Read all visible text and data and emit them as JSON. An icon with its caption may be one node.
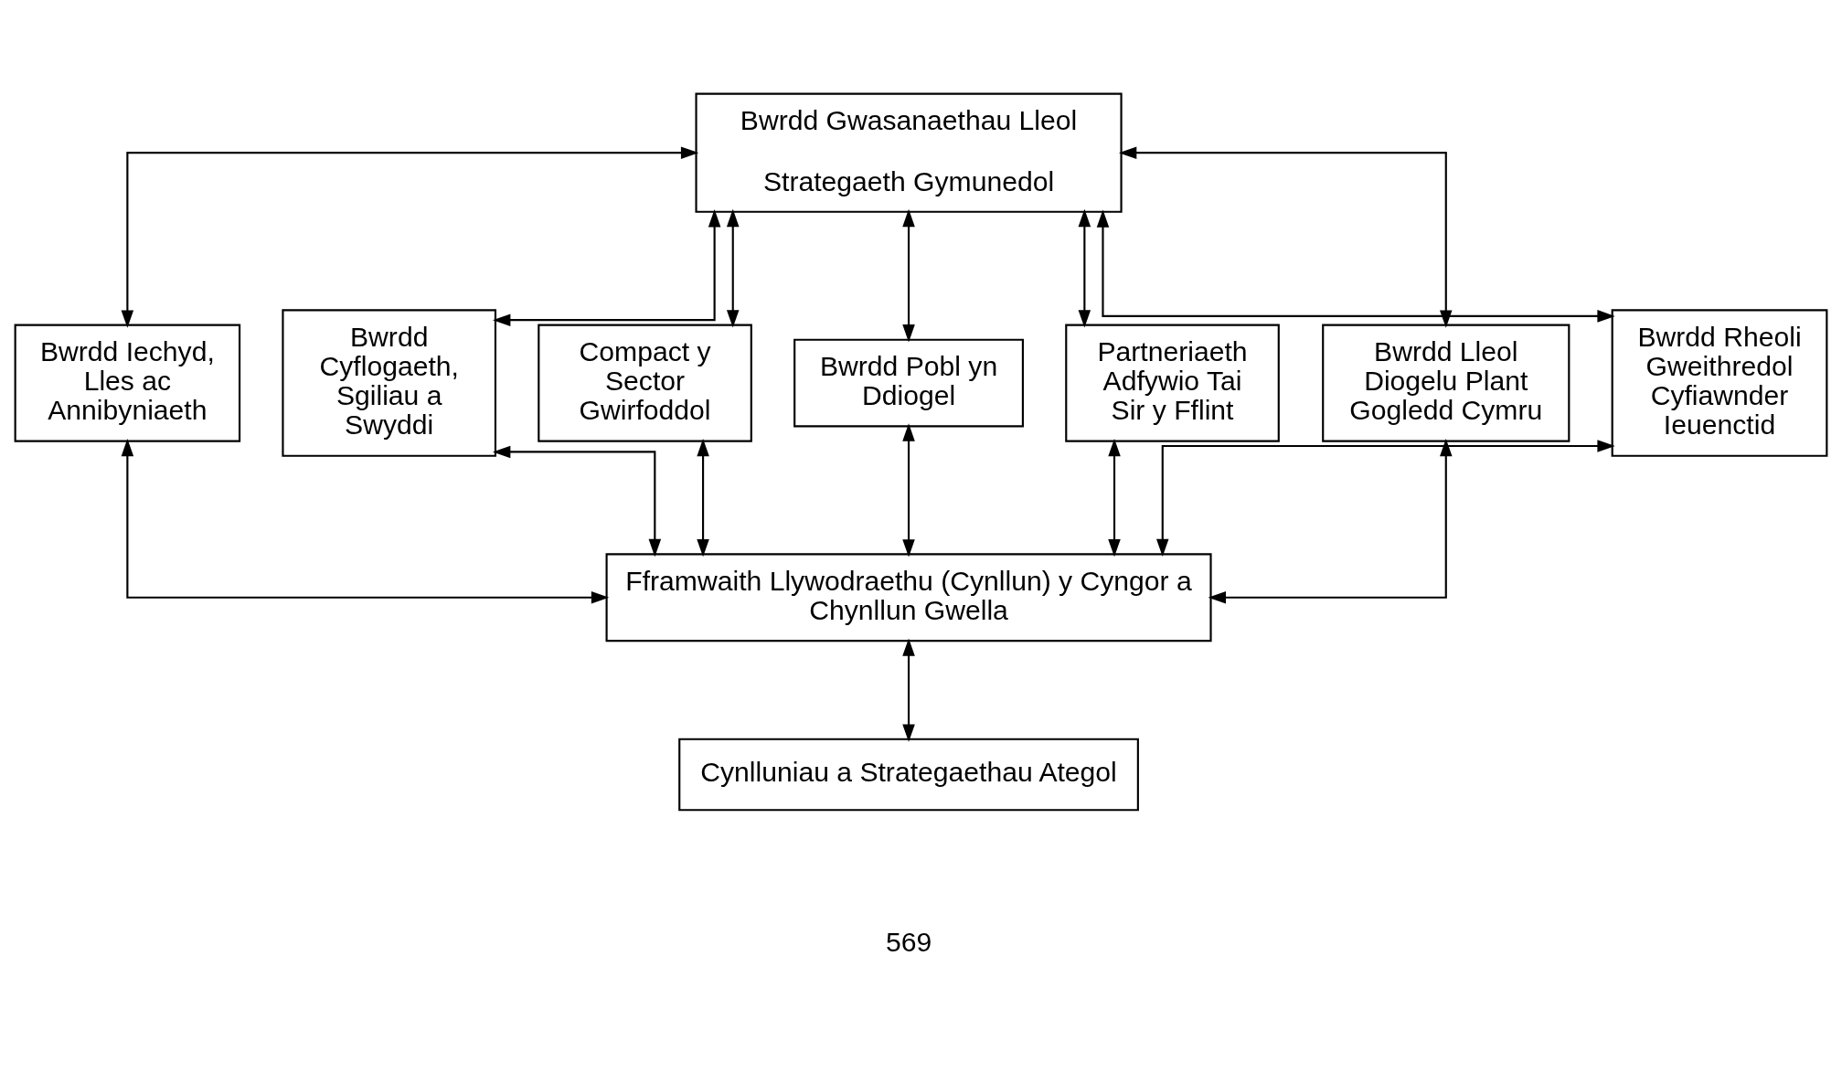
{
  "diagram": {
    "nodes": [
      {
        "text": [
          "Bwrdd Gwasanaethau Lleol",
          "Strategaeth Gymunedol"
        ]
      },
      {
        "text": [
          "Bwrdd Iechyd, Lles ac Annibyniaeth"
        ]
      },
      {
        "text": [
          "Bwrdd Cyflogaeth, Sgiliau a Swyddi"
        ]
      },
      {
        "text": [
          "Compact y Sector Gwirfoddol"
        ]
      },
      {
        "text": [
          "Bwrdd Pobl yn Ddiogel"
        ]
      },
      {
        "text": [
          "Partneriaeth Adfywio Tai Sir y Fflint"
        ]
      },
      {
        "text": [
          "Bwrdd Lleol Diogelu Plant Gogledd Cymru"
        ]
      },
      {
        "text": [
          "Bwrdd Rheoli Gweithredol Cyfiawnder Ieuenctid"
        ]
      },
      {
        "text": [
          "Fframwaith Llywodraethu (Cynllun) y Cyngor a Chynllun Gwella"
        ]
      },
      {
        "text": [
          "Cynlluniau a Strategaethau Ategol"
        ]
      }
    ],
    "edges": [
      {
        "from": 0,
        "to": 1,
        "arrow": "both"
      },
      {
        "from": 0,
        "to": 2,
        "arrow": "both"
      },
      {
        "from": 0,
        "to": 3,
        "arrow": "both"
      },
      {
        "from": 0,
        "to": 4,
        "arrow": "both"
      },
      {
        "from": 0,
        "to": 5,
        "arrow": "both"
      },
      {
        "from": 0,
        "to": 6,
        "arrow": "both"
      },
      {
        "from": 0,
        "to": 7,
        "arrow": "both"
      },
      {
        "from": 1,
        "to": 8,
        "arrow": "both"
      },
      {
        "from": 2,
        "to": 8,
        "arrow": "both"
      },
      {
        "from": 3,
        "to": 8,
        "arrow": "both"
      },
      {
        "from": 4,
        "to": 8,
        "arrow": "both"
      },
      {
        "from": 5,
        "to": 8,
        "arrow": "both"
      },
      {
        "from": 6,
        "to": 8,
        "arrow": "both"
      },
      {
        "from": 7,
        "to": 8,
        "arrow": "both"
      },
      {
        "from": 8,
        "to": 9,
        "arrow": "both"
      }
    ],
    "labels": [
      "569"
    ]
  }
}
